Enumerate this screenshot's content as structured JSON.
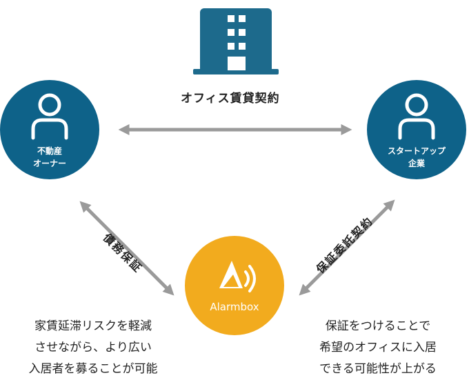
{
  "nodes": {
    "owner": {
      "line1": "不動産",
      "line2": "オーナー"
    },
    "startup": {
      "line1": "スタートアップ",
      "line2": "企業"
    },
    "alarmbox": {
      "name": "Alarmbox"
    }
  },
  "edges": {
    "lease_contract": "オフィス賃貸契約",
    "debt_guarantee": "債務保証",
    "guarantee_contract": "保証委託契約"
  },
  "notes": {
    "owner": [
      "家賃延滞リスクを軽減",
      "させながら、より広い",
      "入居者を募ることが可能"
    ],
    "startup": [
      "保証をつけることで",
      "希望のオフィスに入居",
      "できる可能性が上がる"
    ]
  },
  "colors": {
    "node_blue": "#0e6289",
    "node_orange": "#f2ab1e",
    "arrow_gray": "#9a9a9a",
    "icon_blue": "#1d6a8c"
  },
  "icons": [
    "office-building-icon",
    "person-icon",
    "alarmbox-logo-icon"
  ]
}
